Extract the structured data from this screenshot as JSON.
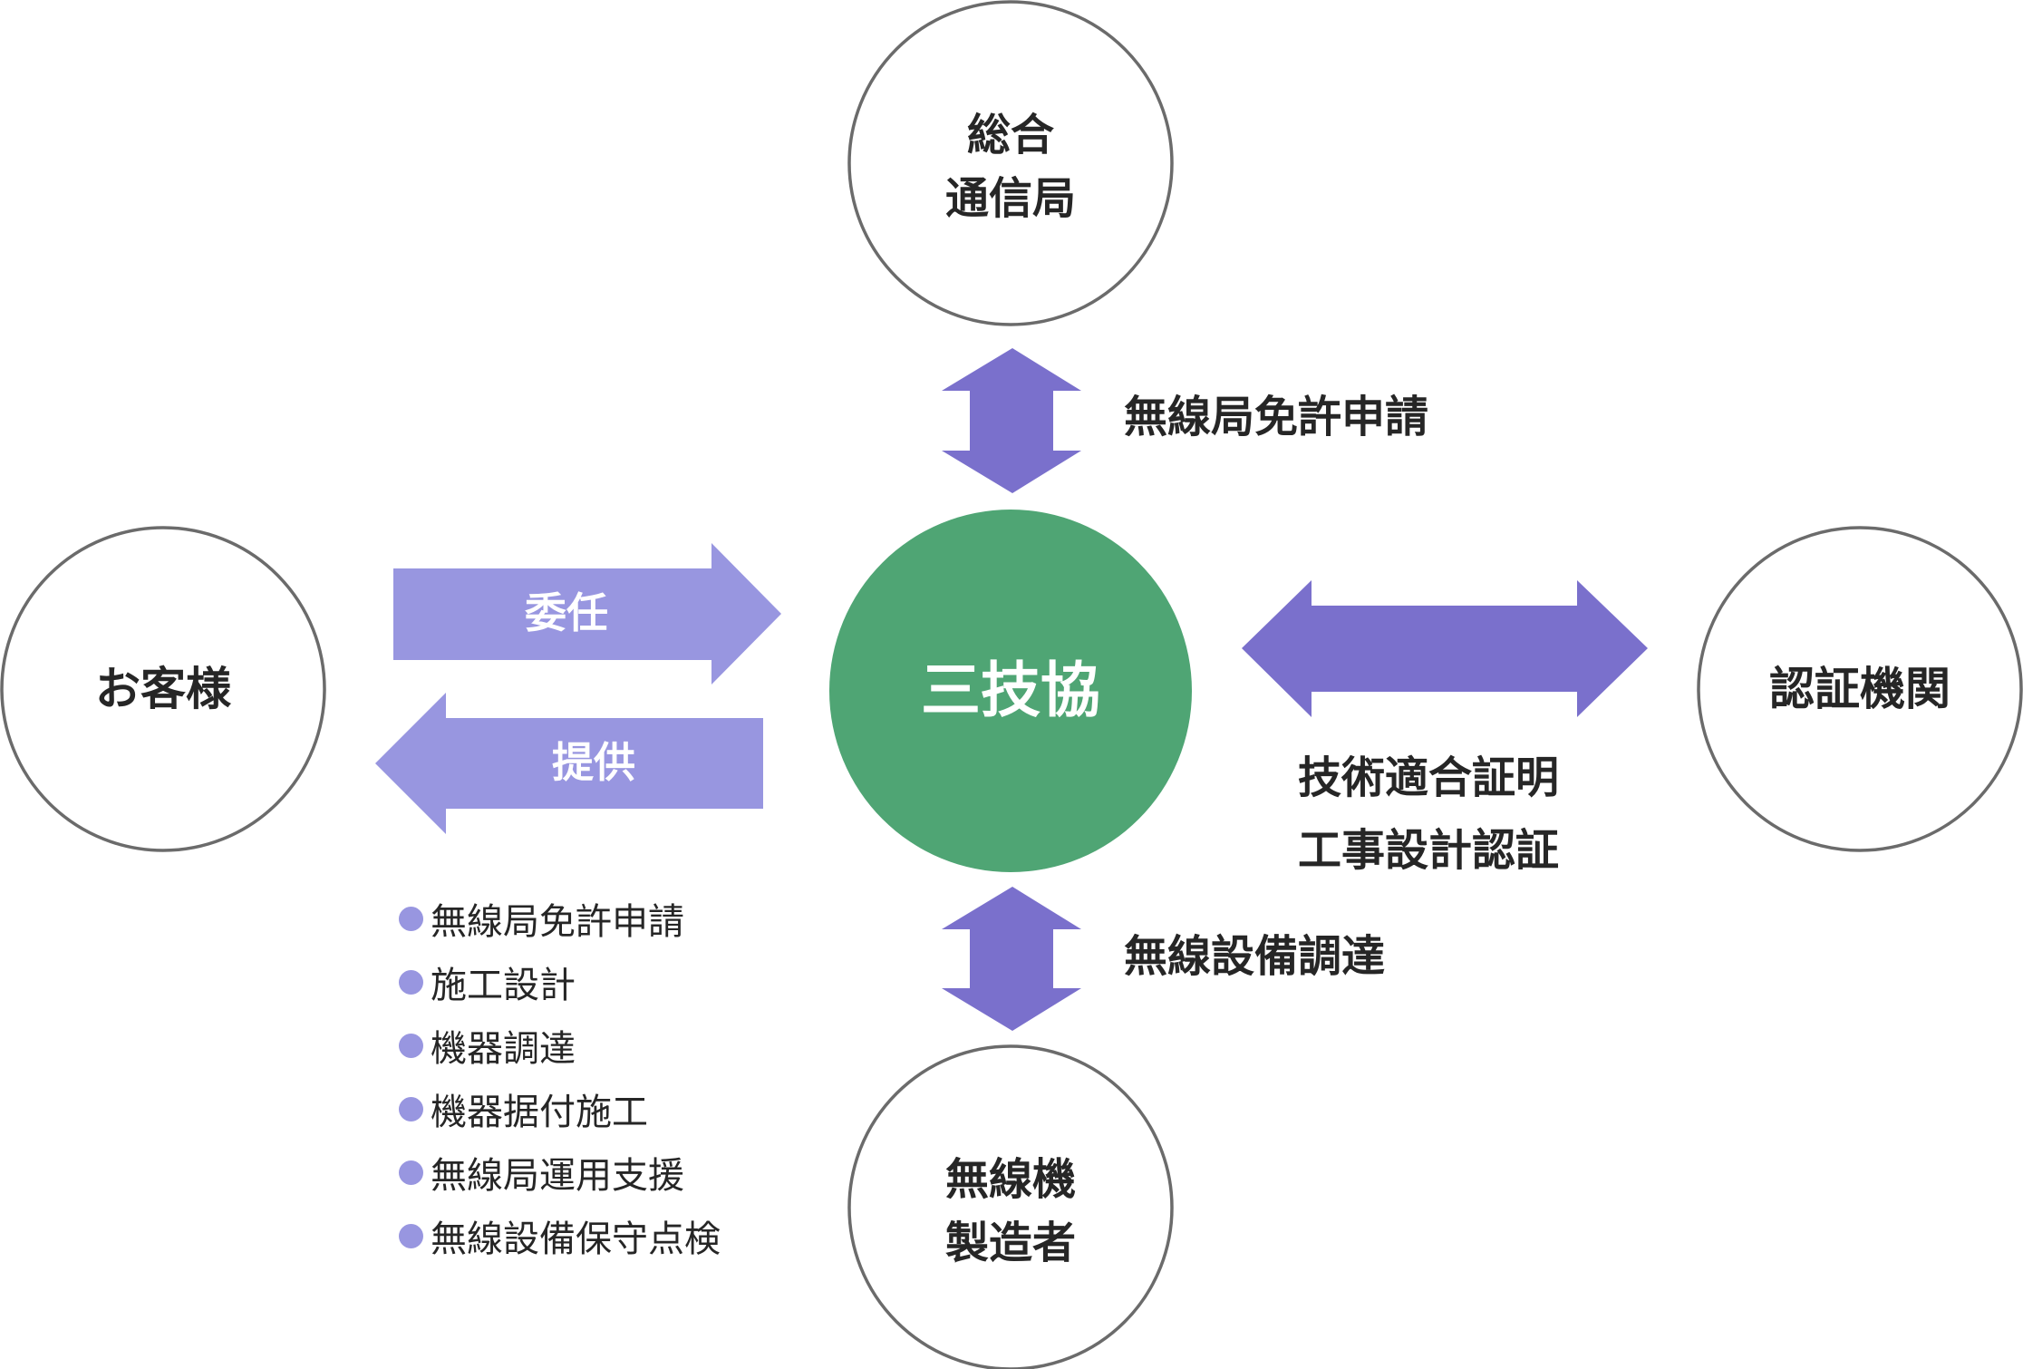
{
  "nodes": {
    "soumu": {
      "lines": [
        "総合",
        "通信局"
      ]
    },
    "customer": {
      "label": "お客様"
    },
    "center": {
      "label": "三技協"
    },
    "certification": {
      "label": "認証機関"
    },
    "manufacturer": {
      "lines": [
        "無線機",
        "製造者"
      ]
    }
  },
  "arrows": {
    "delegate": "委任",
    "provide": "提供"
  },
  "relations": {
    "top": "無線局免許申請",
    "right": [
      "技術適合証明",
      "工事設計認証"
    ],
    "bottom": "無線設備調達"
  },
  "services": [
    "無線局免許申請",
    "施工設計",
    "機器調達",
    "機器据付施工",
    "無線局運用支援",
    "無線設備保守点検"
  ],
  "colors": {
    "center": "#4fa574",
    "arrow_dark": "#7a70cc",
    "arrow_light": "#9896e0",
    "outline": "#6b6b6b",
    "text": "#262626"
  }
}
